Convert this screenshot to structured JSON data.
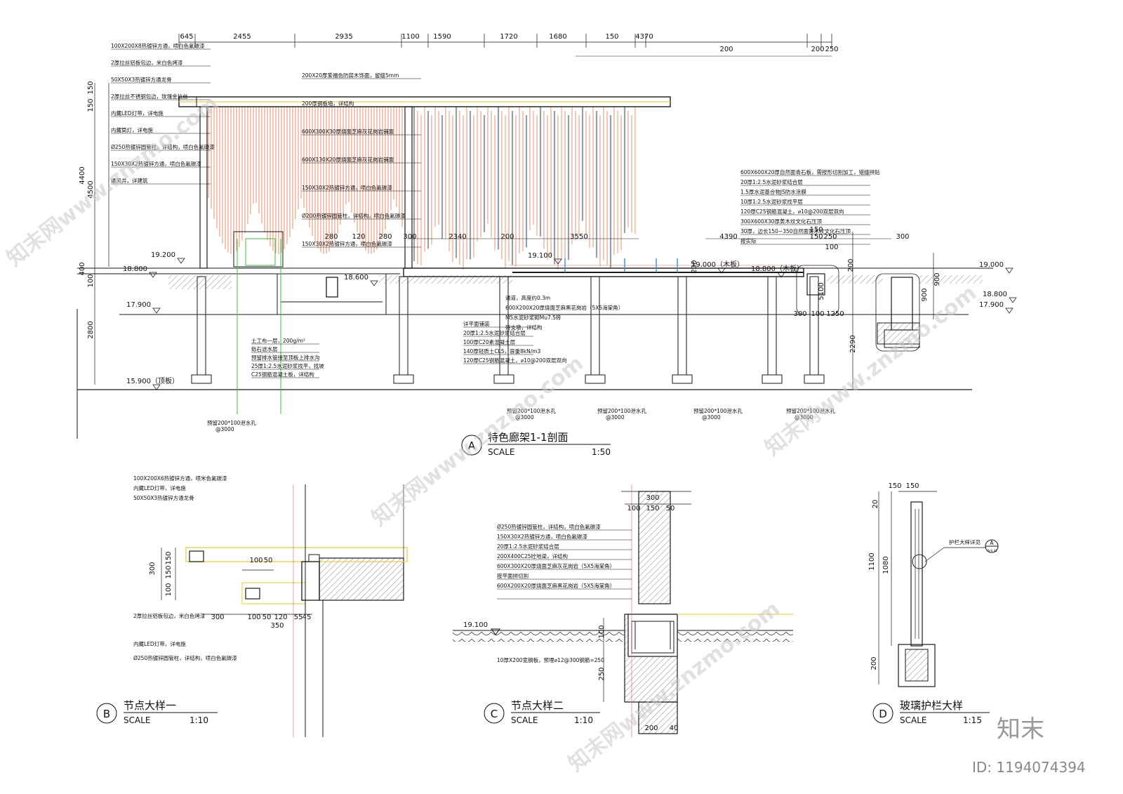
{
  "section_a": {
    "badge": "A",
    "title": "特色廊架1-1剖面",
    "scale_label": "SCALE",
    "scale_value": "1:50",
    "top_dims": [
      "645",
      "2455",
      "2935",
      "1100",
      "1590",
      "1720",
      "1680",
      "150",
      "4370",
      "200",
      "200",
      "250"
    ],
    "mid_dims": [
      "280",
      "120",
      "280",
      "300",
      "2340",
      "200",
      "3550",
      "4390",
      "150",
      "250",
      "100",
      "150",
      "300"
    ],
    "left_dims": [
      "150",
      "150",
      "4400",
      "4500",
      "400",
      "100",
      "2800"
    ],
    "right_dims": [
      "200",
      "5100",
      "1250",
      "300",
      "100",
      "2290",
      "200",
      "900",
      "900"
    ],
    "levels": [
      "19.200",
      "18.800",
      "17.900",
      "15.900（顶板）",
      "18.600",
      "19.000（木板）",
      "18.800（木板）",
      "19.000",
      "18.800",
      "17.900",
      "19.100"
    ],
    "notes_left": [
      "100X200X8热镀锌方通，喷白色氟碳漆",
      "2厚拉丝铝板包边，米白色烤漆",
      "50X50X3热镀锌方通龙骨",
      "2厚拉丝不锈钢包边，玫瑰金拉丝",
      "内藏LED灯带，详电施",
      "内藏筒灯，详电施",
      "Ø250热镀锌圆管柱，详结构，喷白色氟碳漆",
      "150X30X2热镀锌方通，喷白色氟碳漆",
      "通风井，详建筑"
    ],
    "notes_mid": [
      "200X20厚爱福色防腐木饰面，留缝5mm",
      "200厚钢板墙，详结构",
      "600X300X30厚烧面芝麻灰花岗岩铺面",
      "600X130X20厚烧面芝麻灰花岗岩铺面",
      "150X30X2热镀锌方通，喷白色氟碳漆",
      "Ø200热镀锌圆管柱，详结构，喷白色氟碳漆",
      "150X30X2热镀锌方通，喷白色氟碳漆"
    ],
    "notes_right": [
      "600X600X20厚自然面青石板，需按形切割加工，错缝拼贴",
      "20厚1:2.5水泥砂浆结合层",
      "1.5厚水泥基合物JS防水涂膜",
      "10厚1:2.5水泥砂浆找平层",
      "120厚C25钢筋混凝土，⌀10@200双层双向",
      "300X600X30厚黄木纹文化石压顶",
      "30厚，边长150~350自然面黄木纹文化石压顶",
      "按实际"
    ],
    "notes_lower_left": [
      "土工布一层，200g/m²",
      "砾石滤水层",
      "预留排水管接至顶板上排水沟",
      "25厚1:2.5水泥砂浆找平，找坡",
      "C25钢筋混凝土板，详结构"
    ],
    "notes_lower_mid": [
      "详平面铺装",
      "20厚1:2.5水泥砂浆结合层",
      "100厚C20素混凝土层",
      "140厚轻质土CL5，容重8kN/m3",
      "120厚C25钢筋混凝土，⌀10@200双层双向"
    ],
    "notes_lower_right": [
      "通道，高度约0.3m",
      "600X200X20厚烧面芝麻黑花岗岩（5X5海棠角）",
      "M5水泥砂浆砌Mu7.5砖",
      "砖支墩，详结构"
    ],
    "opening_labels": [
      "预留200*100泄水孔",
      "@3000"
    ]
  },
  "detail_b": {
    "badge": "B",
    "title": "节点大样一",
    "scale_label": "SCALE",
    "scale_value": "1:10",
    "dims": [
      "150",
      "300",
      "150",
      "100",
      "100",
      "50",
      "300",
      "100",
      "50",
      "120",
      "55",
      "45",
      "350"
    ],
    "notes": [
      "100X200X6热镀锌方通，喷米色氟碳漆",
      "内藏LED灯带，详电施",
      "50X50X3热镀锌方通龙骨",
      "2厚拉丝铝板包边，米白色烤漆",
      "内藏LED灯带，详电施",
      "Ø250热镀锌圆管柱，详结构，喷白色氟碳漆"
    ]
  },
  "detail_c": {
    "badge": "C",
    "title": "节点大样二",
    "scale_label": "SCALE",
    "scale_value": "1:10",
    "dims": [
      "300",
      "100",
      "150",
      "50",
      "100",
      "250",
      "200",
      "40"
    ],
    "level": "19.100",
    "notes": [
      "Ø250热镀锌圆管柱，详结构，喷白色氟碳漆",
      "150X30X2热镀锌方通，喷白色氟碳漆",
      "20厚1:2.5水泥砂浆结合层",
      "200X400C25砼地梁，详结构",
      "600X300X20厚烧面芝麻灰花岗岩（5X5海棠角）",
      "按平面拼切割",
      "600X200X20厚烧面芝麻黑花岗岩（5X5海棠角）",
      "10厚X200宽钢板，预埋⌀12@300钢筋=250"
    ]
  },
  "detail_d": {
    "badge": "D",
    "title": "玻璃护栏大样",
    "scale_label": "SCALE",
    "scale_value": "1:15",
    "dims": [
      "150",
      "150",
      "20",
      "1100",
      "1080",
      "200"
    ],
    "callout": "护栏大样详见",
    "callout_ref": "A",
    "callout_sub": "YS-6.01"
  },
  "watermark": {
    "text": "知末网www.znzmo.com",
    "brand": "知末",
    "id": "ID: 1194074394"
  },
  "colors": {
    "line": "#1a1a1a",
    "wood": "#e9a07f",
    "wood_dark": "#8a6a55",
    "gray_slat": "#9aa0a6",
    "accent_yellow": "#e8d44d",
    "accent_green": "#3bbf3b",
    "accent_blue": "#3a8fd8",
    "accent_red": "#e05a5a"
  }
}
